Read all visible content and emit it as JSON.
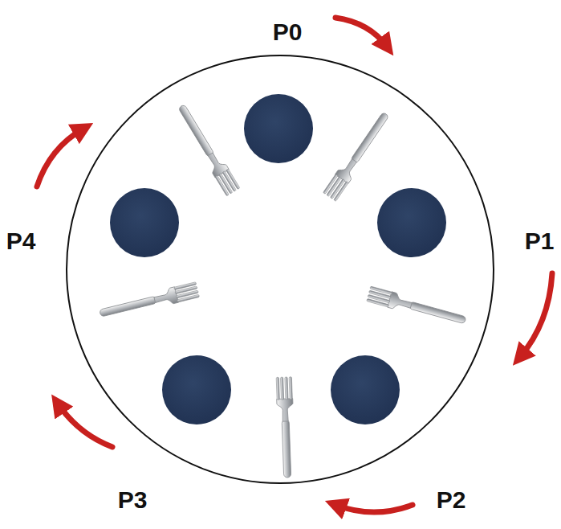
{
  "diagram": {
    "labels": [
      "P0",
      "P1",
      "P2",
      "P3",
      "P4"
    ]
  }
}
